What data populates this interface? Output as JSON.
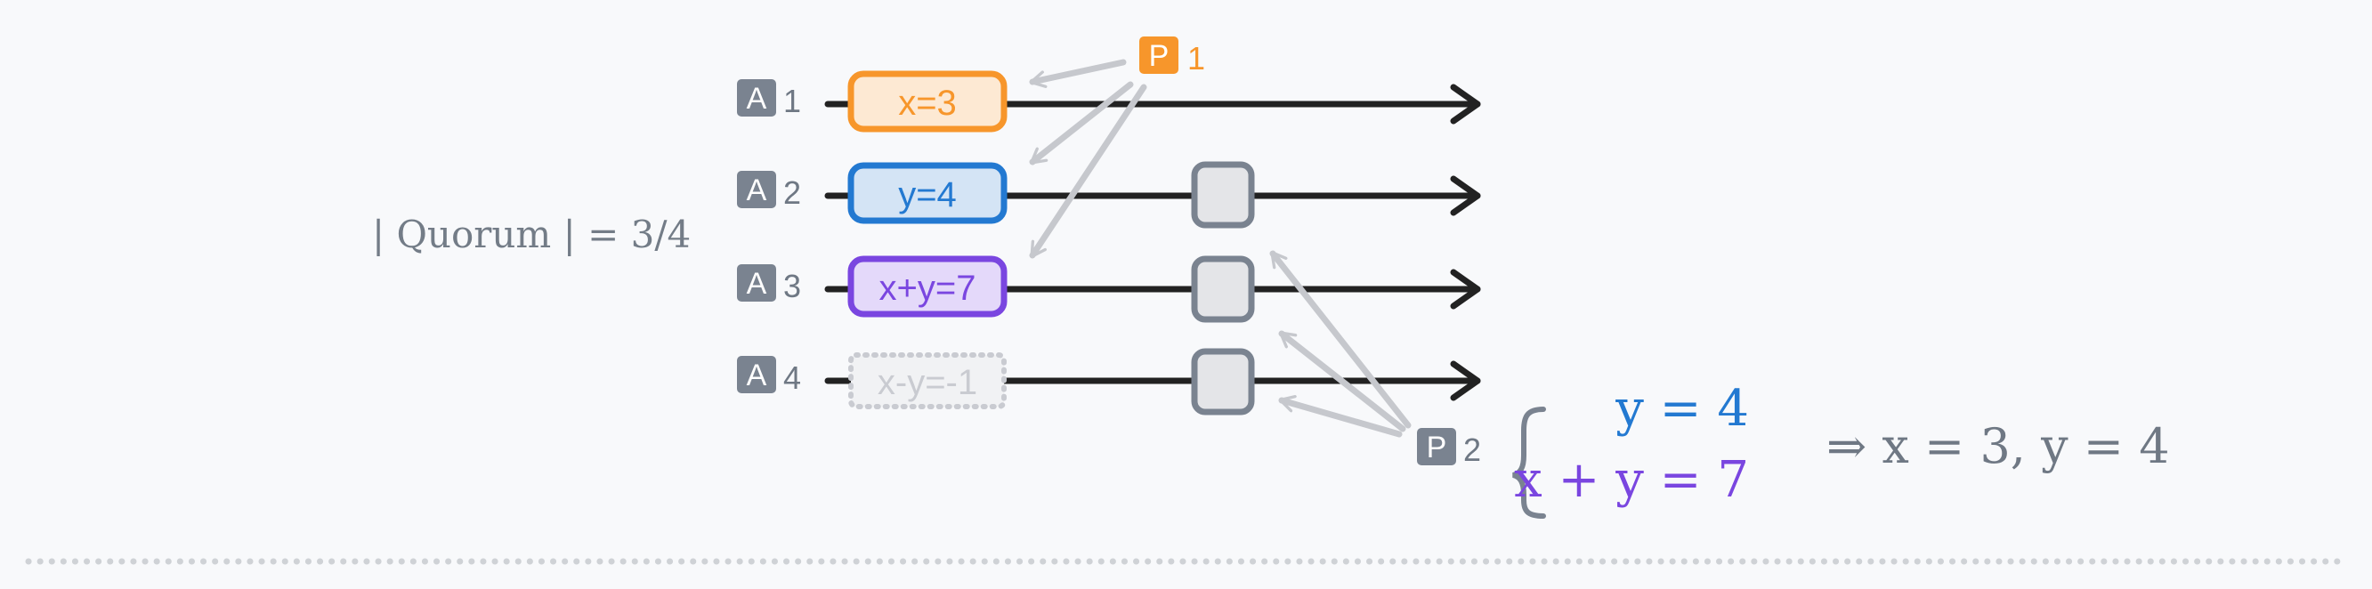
{
  "quorum": {
    "label": "| Quorum | = 3/4"
  },
  "acceptors": [
    {
      "badge": "A",
      "number": "1",
      "value": "x=3",
      "color": "#f7962b",
      "fill": "#fde9d3",
      "style": "solid",
      "has_p2_box": false
    },
    {
      "badge": "A",
      "number": "2",
      "value": "y=4",
      "color": "#2379d1",
      "fill": "#d4e4f5",
      "style": "solid",
      "has_p2_box": true
    },
    {
      "badge": "A",
      "number": "3",
      "value": "x+y=7",
      "color": "#7a46e0",
      "fill": "#e4d9fa",
      "style": "solid",
      "has_p2_box": true
    },
    {
      "badge": "A",
      "number": "4",
      "value": "x-y=-1",
      "color": "#c9cbd1",
      "fill": "#f1f2f4",
      "style": "dotted",
      "has_p2_box": true
    }
  ],
  "proposers": [
    {
      "badge": "P",
      "number": "1",
      "color": "#f7962b"
    },
    {
      "badge": "P",
      "number": "2",
      "color": "#7a8390"
    }
  ],
  "equations": [
    {
      "text": "y = 4",
      "color": "#2379d1"
    },
    {
      "text": "x + y = 7",
      "color": "#7a46e0"
    }
  ],
  "result": {
    "text": "⇒ x = 3, y = 4",
    "color": "#6f7884"
  },
  "colors": {
    "timeline": "#222222",
    "badge_gray": "#7a8390",
    "arrow_gray": "#c6c8cd",
    "divider": "#cfd2d6"
  }
}
